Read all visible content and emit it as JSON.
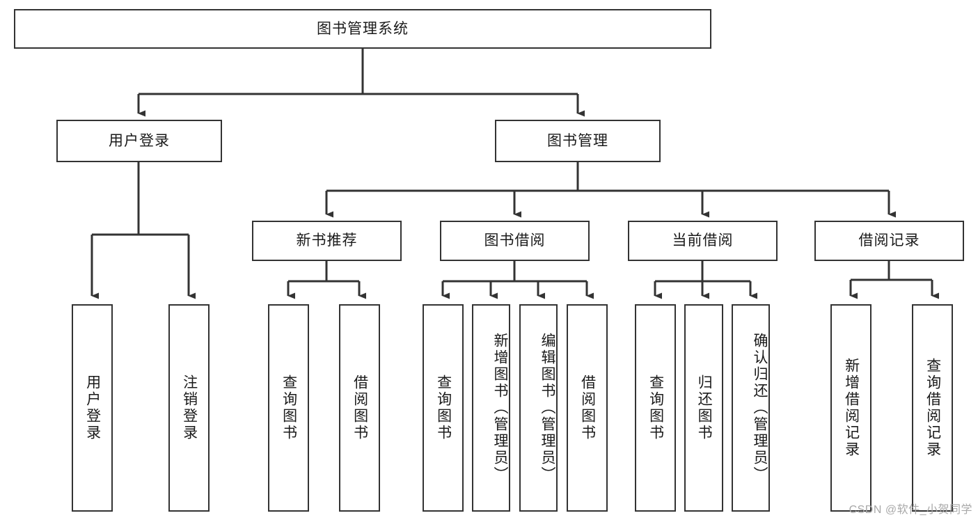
{
  "diagram": {
    "title": "图书管理系统",
    "type": "tree-hierarchy",
    "watermark": "CSDN @软件_小贺同学",
    "colors": {
      "background": "#ffffff",
      "box_border": "#333333",
      "box_fill": "#ffffff",
      "edge": "#333333",
      "text": "#1a1a1a",
      "watermark": "#a8a8a8"
    },
    "levels": {
      "root": "图书管理系统",
      "level2": [
        "用户登录",
        "图书管理"
      ],
      "level3": [
        "新书推荐",
        "图书借阅",
        "当前借阅",
        "借阅记录"
      ]
    },
    "nodes": {
      "root": {
        "label": "图书管理系统"
      },
      "user_login": {
        "label": "用户登录"
      },
      "book_manage": {
        "label": "图书管理"
      },
      "new_book_rec": {
        "label": "新书推荐"
      },
      "book_borrow": {
        "label": "图书借阅"
      },
      "current_borrow": {
        "label": "当前借阅"
      },
      "borrow_record": {
        "label": "借阅记录"
      },
      "leaf_user_login": {
        "label": "用户登录"
      },
      "leaf_user_logout": {
        "label": "注销登录"
      },
      "leaf_query_book_1": {
        "label": "查询图书"
      },
      "leaf_borrow_book_1": {
        "label": "借阅图书"
      },
      "leaf_query_book_2": {
        "label": "查询图书"
      },
      "leaf_add_book_admin": {
        "label": "新增图书（管理员）"
      },
      "leaf_edit_book_admin": {
        "label": "编辑图书（管理员）"
      },
      "leaf_borrow_book_2": {
        "label": "借阅图书"
      },
      "leaf_query_book_3": {
        "label": "查询图书"
      },
      "leaf_return_book": {
        "label": "归还图书"
      },
      "leaf_confirm_return_admin": {
        "label": "确认归还（管理员）"
      },
      "leaf_add_borrow_record": {
        "label": "新增借阅记录"
      },
      "leaf_query_borrow_record": {
        "label": "查询借阅记录"
      }
    },
    "edges": [
      {
        "from": "root",
        "to": "user_login"
      },
      {
        "from": "root",
        "to": "book_manage"
      },
      {
        "from": "user_login",
        "to": "leaf_user_login"
      },
      {
        "from": "user_login",
        "to": "leaf_user_logout"
      },
      {
        "from": "book_manage",
        "to": "new_book_rec"
      },
      {
        "from": "book_manage",
        "to": "book_borrow"
      },
      {
        "from": "book_manage",
        "to": "current_borrow"
      },
      {
        "from": "book_manage",
        "to": "borrow_record"
      },
      {
        "from": "new_book_rec",
        "to": "leaf_query_book_1"
      },
      {
        "from": "new_book_rec",
        "to": "leaf_borrow_book_1"
      },
      {
        "from": "book_borrow",
        "to": "leaf_query_book_2"
      },
      {
        "from": "book_borrow",
        "to": "leaf_add_book_admin"
      },
      {
        "from": "book_borrow",
        "to": "leaf_edit_book_admin"
      },
      {
        "from": "book_borrow",
        "to": "leaf_borrow_book_2"
      },
      {
        "from": "current_borrow",
        "to": "leaf_query_book_3"
      },
      {
        "from": "current_borrow",
        "to": "leaf_return_book"
      },
      {
        "from": "current_borrow",
        "to": "leaf_confirm_return_admin"
      },
      {
        "from": "borrow_record",
        "to": "leaf_add_borrow_record"
      },
      {
        "from": "borrow_record",
        "to": "leaf_query_borrow_record"
      }
    ]
  }
}
